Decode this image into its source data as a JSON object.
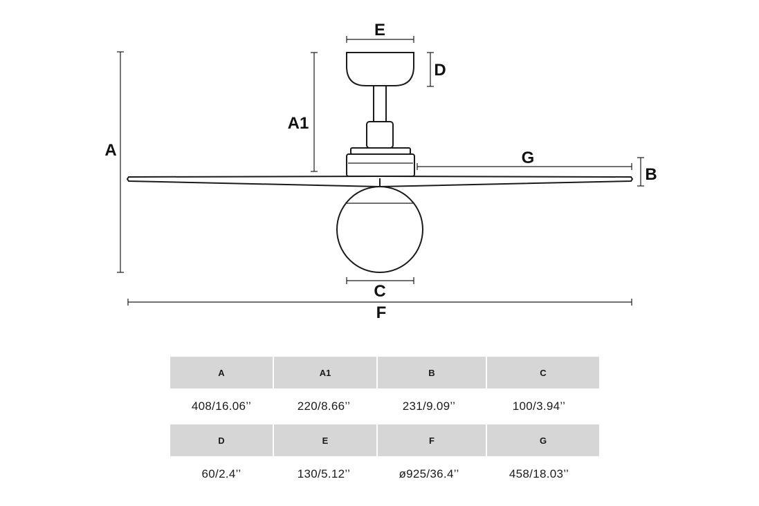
{
  "labels": {
    "A": "A",
    "A1": "A1",
    "B": "B",
    "C": "C",
    "D": "D",
    "E": "E",
    "F": "F",
    "G": "G"
  },
  "specs": [
    {
      "headers": [
        "A",
        "A1",
        "B",
        "C"
      ],
      "values": [
        "408/16.06’’",
        "220/8.66’’",
        "231/9.09’’",
        "100/3.94’’"
      ]
    },
    {
      "headers": [
        "D",
        "E",
        "F",
        "G"
      ],
      "values": [
        "60/2.4’’",
        "130/5.12’’",
        "ø925/36.4’’",
        "458/18.03’’"
      ]
    }
  ],
  "colors": {
    "line": "#1a1a1a",
    "header_bg": "#d6d6d6"
  }
}
